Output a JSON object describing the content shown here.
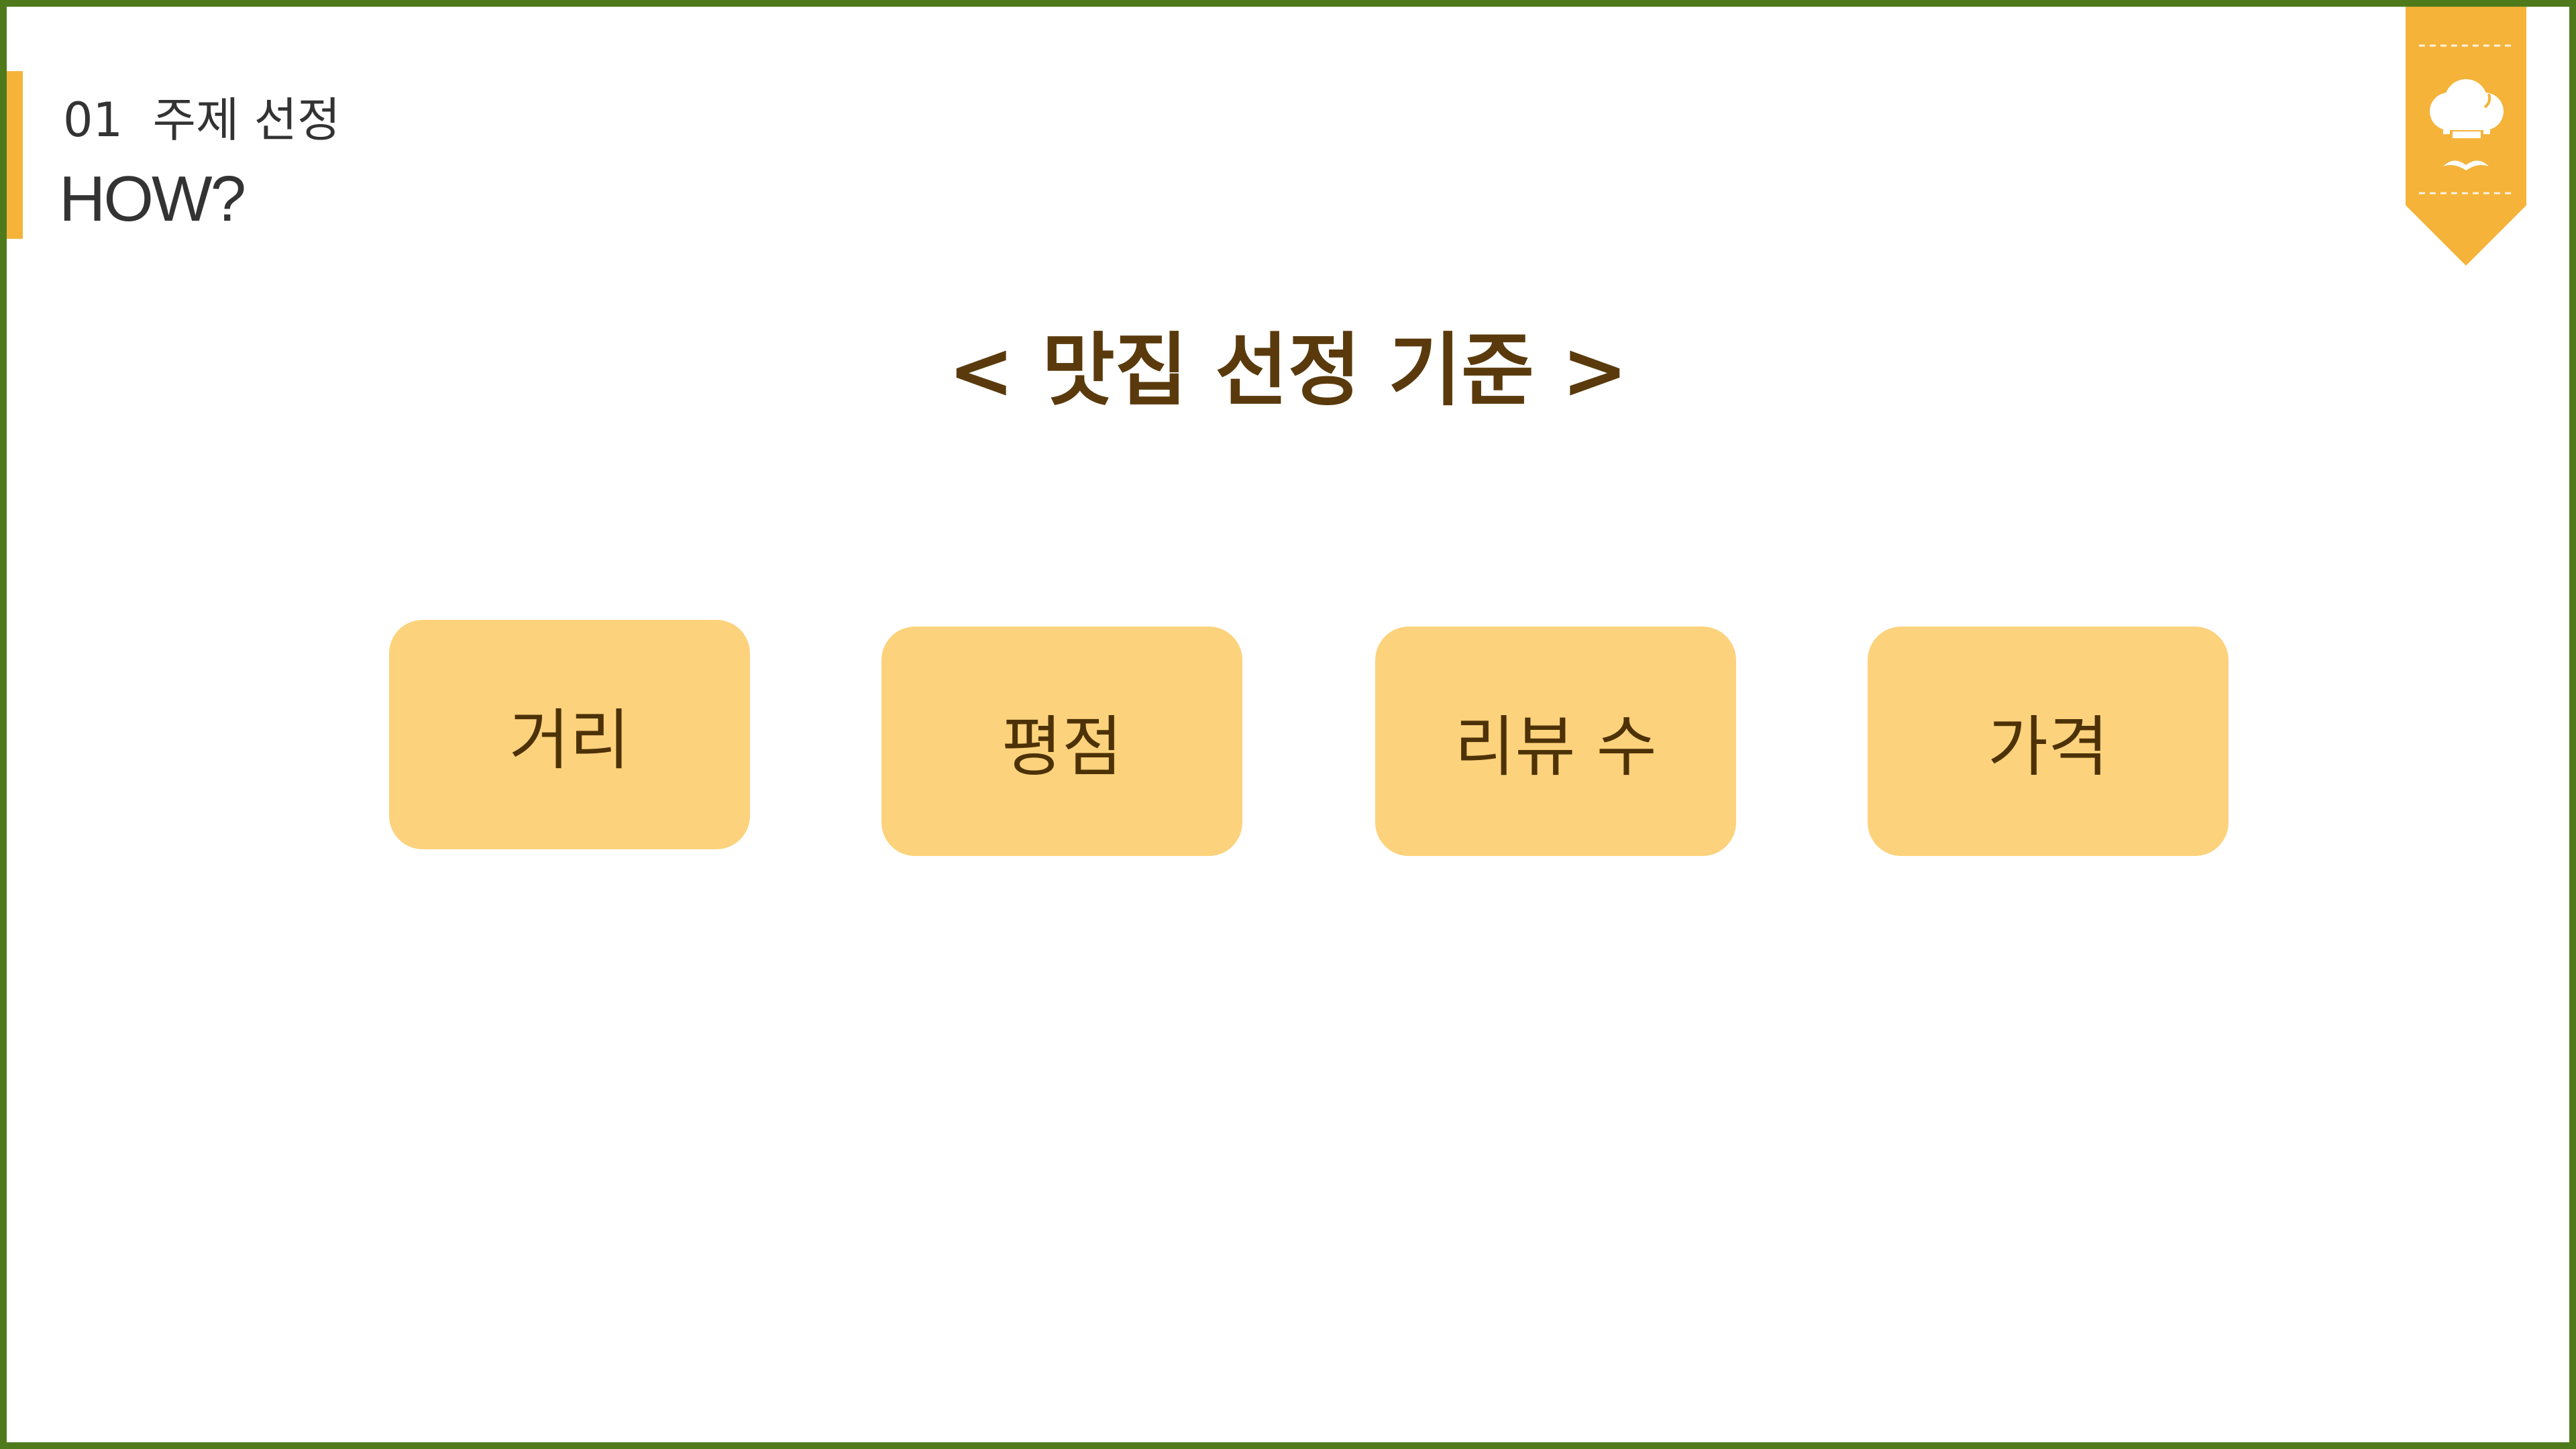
{
  "header": {
    "section_label": "01  주제 선정",
    "page_title": "HOW?"
  },
  "main": {
    "headline": "< 맛집 선정 기준 >",
    "criteria": [
      {
        "label": "거리"
      },
      {
        "label": "평점"
      },
      {
        "label": "리뷰 수"
      },
      {
        "label": "가격"
      }
    ]
  },
  "icons": {
    "ribbon": "chef-hat-ribbon-icon"
  },
  "colors": {
    "frame_border": "#4e7a1c",
    "accent": "#f5b33a",
    "card_fill": "#fdd27c",
    "headline_text": "#5a3a0c",
    "card_text": "#4d3207"
  }
}
